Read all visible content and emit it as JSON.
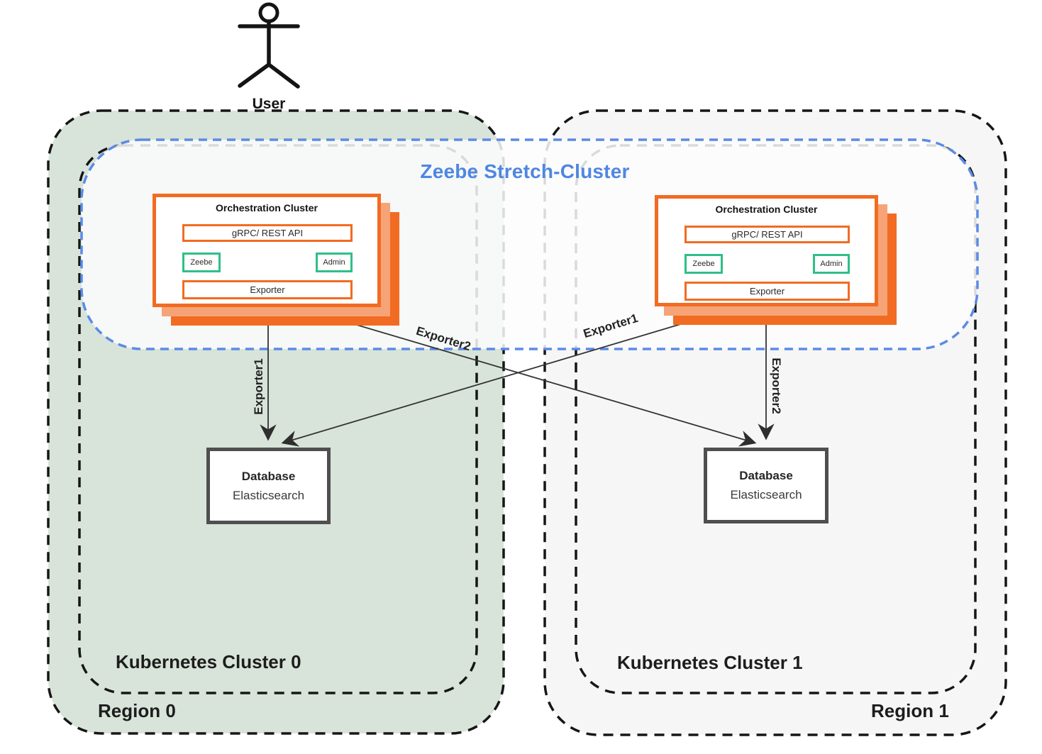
{
  "diagram": {
    "user_label": "User",
    "stretch_cluster_title": "Zeebe Stretch-Cluster",
    "orchestration": {
      "title": "Orchestration Cluster",
      "api_label": "gRPC/ REST API",
      "zeebe_label": "Zeebe",
      "admin_label": "Admin",
      "exporter_label": "Exporter"
    },
    "database": {
      "title": "Database",
      "engine": "Elasticsearch"
    },
    "edge_labels": {
      "exporter1": "Exporter1",
      "exporter2": "Exporter2"
    },
    "regions": [
      {
        "region_label": "Region 0",
        "cluster_label": "Kubernetes Cluster 0"
      },
      {
        "region_label": "Region 1",
        "cluster_label": "Kubernetes Cluster 1"
      }
    ],
    "colors": {
      "region0_fill": "#D8E4DA",
      "region1_fill": "#F5F6F5",
      "boundary_dash": "#161616",
      "stretch_blue_dash": "#5C8AE6",
      "stretch_title_blue": "#4F86E2",
      "orchestration_orange": "#F26B22",
      "stack_salmon": "#F6A477",
      "component_green": "#2FBF88",
      "database_border": "#4F4F4F",
      "arrow": "#333333"
    }
  }
}
